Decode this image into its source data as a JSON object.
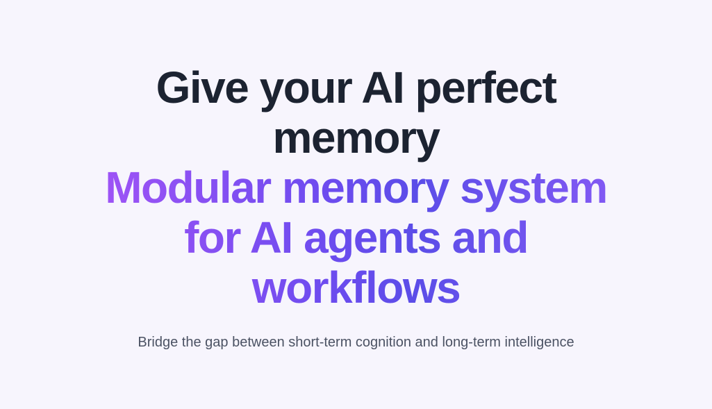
{
  "hero": {
    "headline_line1": "Give your AI perfect",
    "headline_line2": "memory",
    "accent_line1": "Modular memory system",
    "accent_line2": "for AI agents and",
    "accent_line3": "workflows",
    "subtitle": "Bridge the gap between short-term cognition and long-term intelligence"
  },
  "colors": {
    "background": "#f7f5fd",
    "headline": "#1c2331",
    "accent_gradient_start": "#a855f7",
    "accent_gradient_mid": "#6d4cef",
    "accent_gradient_end": "#8b5cf6",
    "subtitle": "#4b5263"
  }
}
